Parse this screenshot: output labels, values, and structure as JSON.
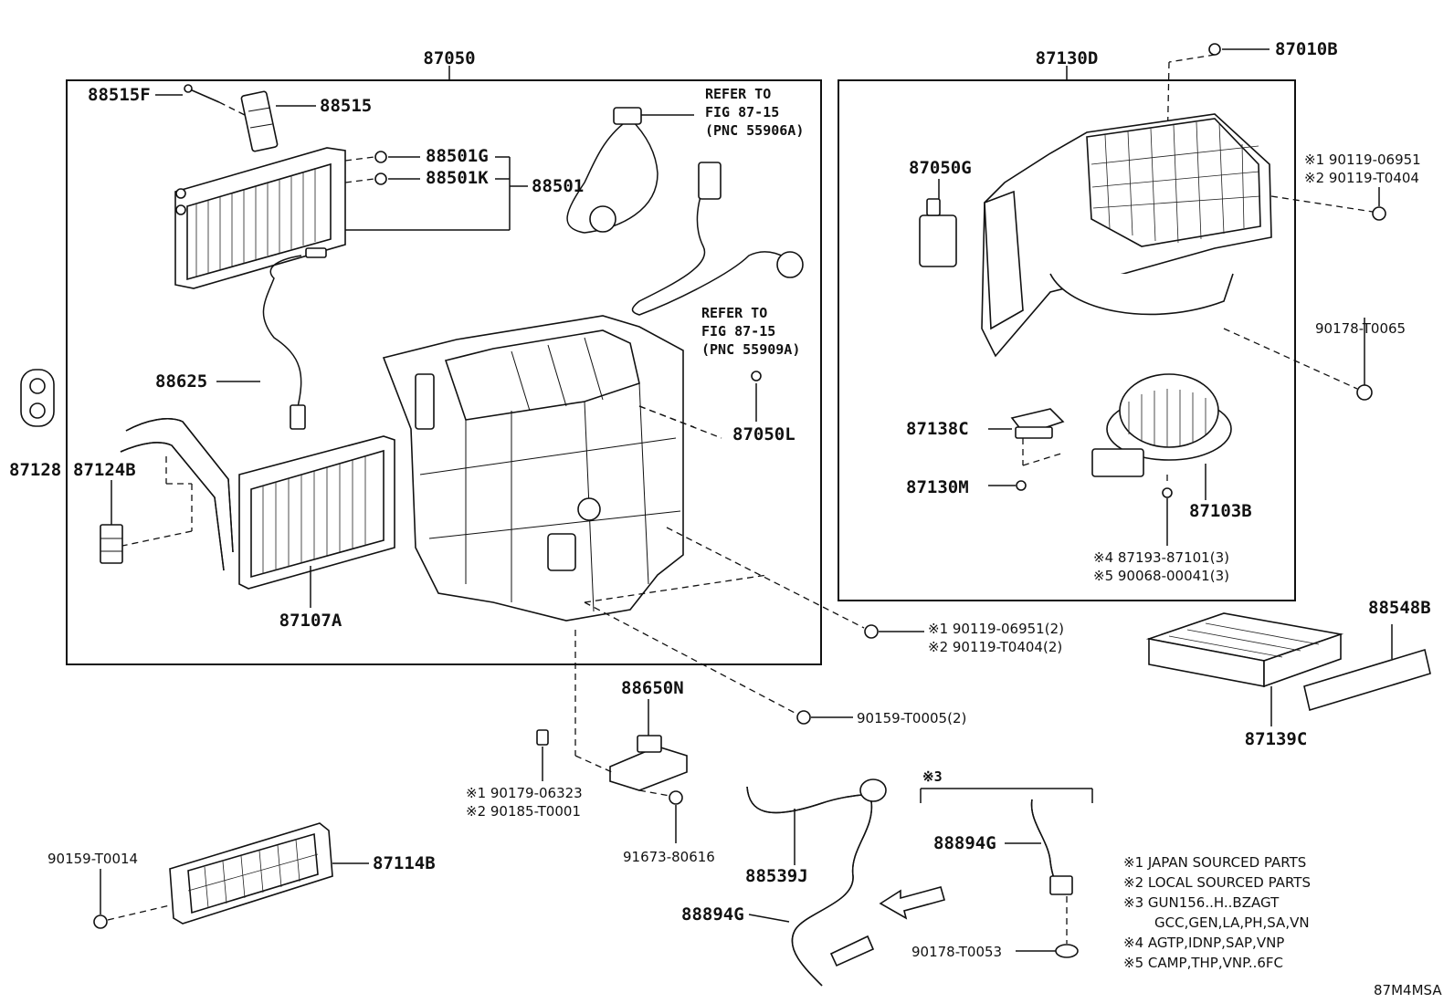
{
  "labels": {
    "assy_main": "87050",
    "p88515F": "88515F",
    "p88515": "88515",
    "p88501G": "88501G",
    "p88501K": "88501K",
    "p88501": "88501",
    "refer1_a": "REFER TO",
    "refer1_b": "FIG 87-15",
    "refer1_c": "(PNC 55906A)",
    "refer2_a": "REFER TO",
    "refer2_b": "FIG 87-15",
    "refer2_c": "(PNC 55909A)",
    "p88625": "88625",
    "p87050L": "87050L",
    "p87128": "87128",
    "p87124B": "87124B",
    "p87107A": "87107A",
    "assy_blower": "87130D",
    "p87010B": "87010B",
    "p87050G": "87050G",
    "screw_top_1": "※1 90119-06951",
    "screw_top_2": "※2 90119-T0404",
    "p90178_T0065": "90178-T0065",
    "p87138C": "87138C",
    "p87130M": "87130M",
    "p87103B": "87103B",
    "fan_screw_1": "※4 87193-87101(3)",
    "fan_screw_2": "※5 90068-00041(3)",
    "p88548B": "88548B",
    "p87139C": "87139C",
    "unit_screw_1": "※1 90119-06951(2)",
    "unit_screw_2": "※2 90119-T0404(2)",
    "p90159_T0005": "90159-T0005(2)",
    "p88650N": "88650N",
    "clip_1": "※1 90179-06323",
    "clip_2": "※2 90185-T0001",
    "p91673_80616": "91673-80616",
    "p90159_T0014": "90159-T0014",
    "p87114B": "87114B",
    "p88539J": "88539J",
    "p88894G_a": "88894G",
    "p88894G_b": "88894G",
    "note3_mark": "※3",
    "p90178_T0053": "90178-T0053",
    "figure_code": "87M4MSA"
  },
  "notes": [
    "※1 JAPAN SOURCED PARTS",
    "※2 LOCAL SOURCED PARTS",
    "※3 GUN156..H..BZAGT",
    "GCC,GEN,LA,PH,SA,VN",
    "※4 AGTP,IDNP,SAP,VNP",
    "※5 CAMP,THP,VNP..6FC"
  ]
}
